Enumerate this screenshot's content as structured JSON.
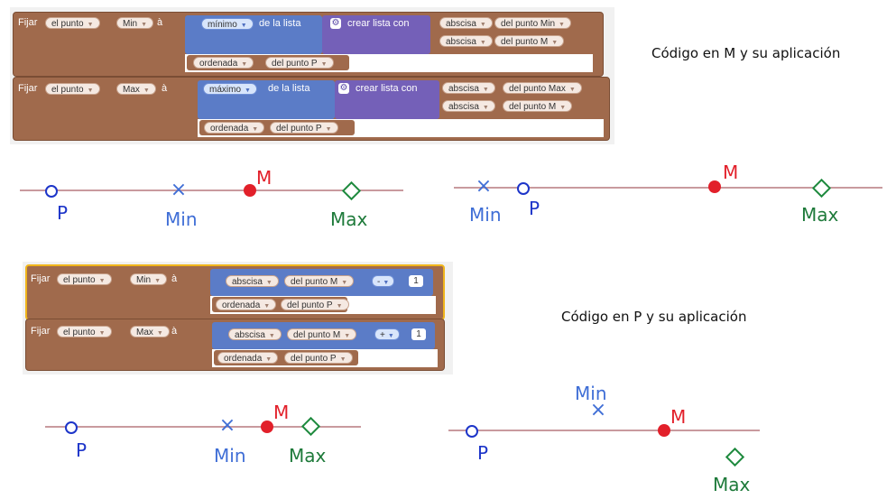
{
  "code_m": {
    "block_min": {
      "set_label": "Fijar",
      "var_dd": "el punto",
      "name_dd": "Min",
      "to_label": "à",
      "func_dd": "mínimo",
      "of_list": "de la lista",
      "create_list": "crear lista con",
      "item1_prop": "abscisa",
      "item1_pt": "del punto Min",
      "item2_prop": "abscisa",
      "item2_pt": "del punto M",
      "ord_prop": "ordenada",
      "ord_pt": "del punto P"
    },
    "block_max": {
      "set_label": "Fijar",
      "var_dd": "el punto",
      "name_dd": "Max",
      "to_label": "à",
      "func_dd": "máximo",
      "of_list": "de la lista",
      "create_list": "crear lista con",
      "item1_prop": "abscisa",
      "item1_pt": "del punto Max",
      "item2_prop": "abscisa",
      "item2_pt": "del punto M",
      "ord_prop": "ordenada",
      "ord_pt": "del punto P"
    }
  },
  "code_p": {
    "block_min": {
      "set_label": "Fijar",
      "var_dd": "el punto",
      "name_dd": "Min",
      "to_label": "à",
      "prop": "abscisa",
      "pt": "del punto M",
      "op": "-",
      "num": "1",
      "ord_prop": "ordenada",
      "ord_pt": "del punto P"
    },
    "block_max": {
      "set_label": "Fijar",
      "var_dd": "el punto",
      "name_dd": "Max",
      "to_label": "à",
      "prop": "abscisa",
      "pt": "del punto M",
      "op": "+",
      "num": "1",
      "ord_prop": "ordenada",
      "ord_pt": "del punto P"
    }
  },
  "captions": {
    "m": "Código en M y su aplicación",
    "p": "Código en P y su aplicación"
  },
  "labels": {
    "P": "P",
    "M": "M",
    "Min": "Min",
    "Max": "Max"
  },
  "colors": {
    "block": "#a06a4c",
    "list": "#5b7cc7",
    "create": "#7460b8",
    "point_P": "#1d35c9",
    "point_M": "#e2202a",
    "point_Min": "#3f6ed6",
    "point_Max": "#1e7a3a"
  },
  "icons": {
    "gear": "gear-icon",
    "dropdown": "caret-down-icon"
  }
}
